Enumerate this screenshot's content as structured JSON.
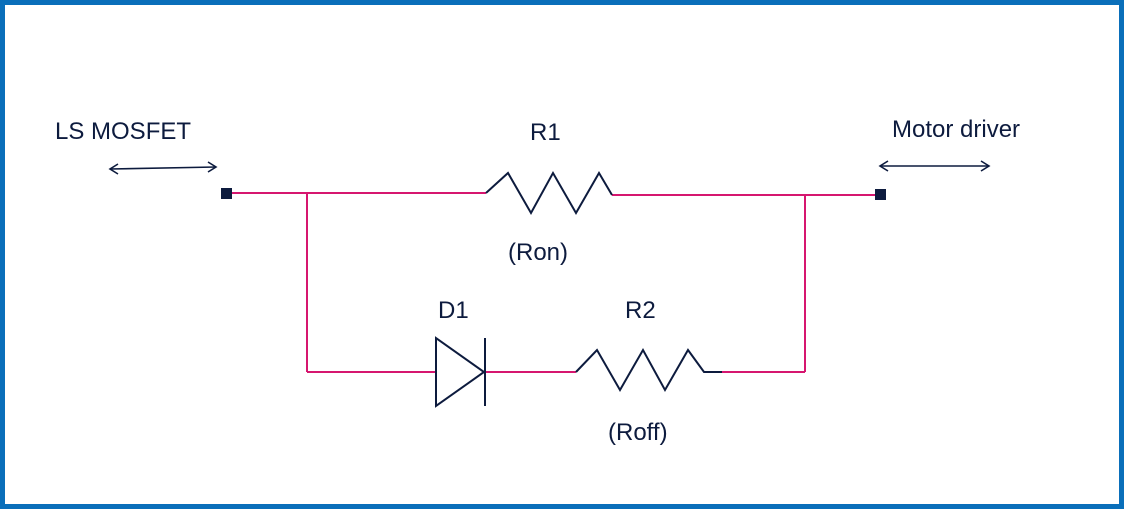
{
  "labels": {
    "left_port": "LS MOSFET",
    "right_port": "Motor driver",
    "r1": "R1",
    "r1_note": "(Ron)",
    "d1": "D1",
    "r2": "R2",
    "r2_note": "(Roff)"
  },
  "colors": {
    "border": "#0a6fba",
    "wire": "#d6166f",
    "component": "#0d1b3e",
    "text": "#0d1b3e"
  }
}
